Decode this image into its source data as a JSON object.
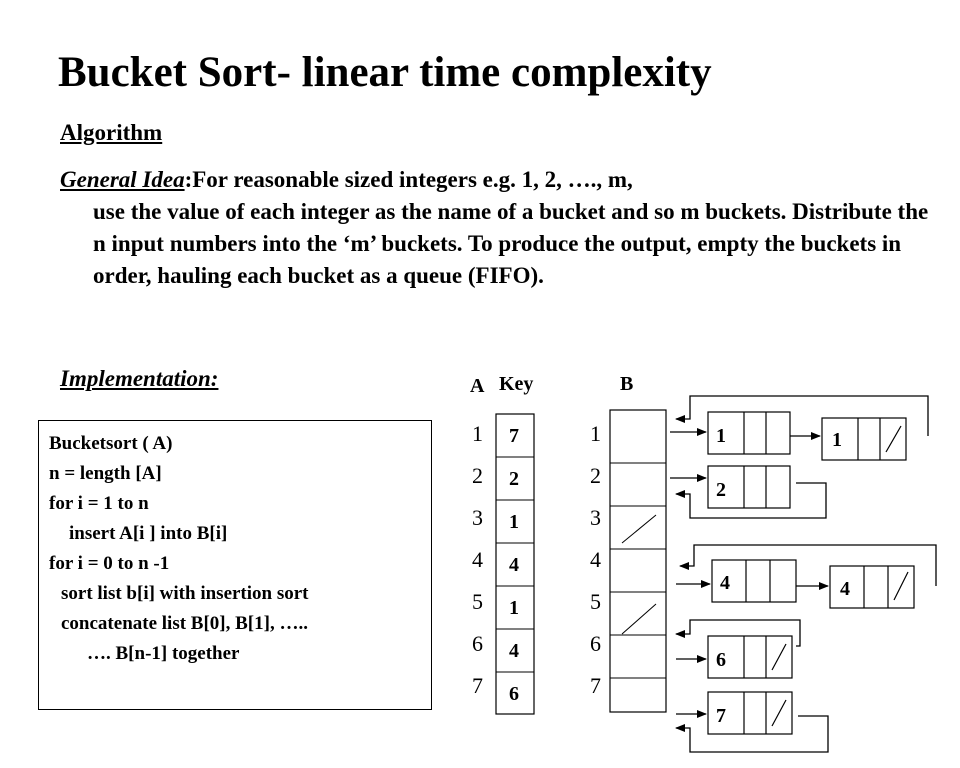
{
  "slide": {
    "title": "Bucket Sort- linear time complexity",
    "algorithm_heading": "Algorithm",
    "general_idea_label": "General Idea",
    "general_idea_first": ":For reasonable sized integers e.g. 1, 2, …., m,",
    "general_idea_rest": "use the value of each integer as the name of a bucket and so m buckets. Distribute the n input numbers into the ‘m’ buckets. To produce the output, empty the buckets in order, hauling each bucket as a queue (FIFO).",
    "implementation_heading": "Implementation:"
  },
  "pseudocode": [
    "Bucketsort ( A)",
    "n = length [A]",
    "for i = 1 to n",
    "   insert A[i ] into B[i]",
    "for i = 0 to n -1",
    "  sort list b[i] with insertion sort",
    "  concatenate list B[0], B[1], …..",
    "     …. B[n-1] together"
  ],
  "diagram": {
    "label_a": "A",
    "label_key": "Key",
    "label_b": "B",
    "a_indices": [
      "1",
      "2",
      "3",
      "4",
      "5",
      "6",
      "7"
    ],
    "keys": [
      "7",
      "2",
      "1",
      "4",
      "1",
      "4",
      "6"
    ],
    "b_indices": [
      "1",
      "2",
      "3",
      "4",
      "5",
      "6",
      "7"
    ],
    "nodes": [
      {
        "value": "1"
      },
      {
        "value": "1"
      },
      {
        "value": "2"
      },
      {
        "value": "4"
      },
      {
        "value": "4"
      },
      {
        "value": "6"
      },
      {
        "value": "7"
      }
    ]
  }
}
